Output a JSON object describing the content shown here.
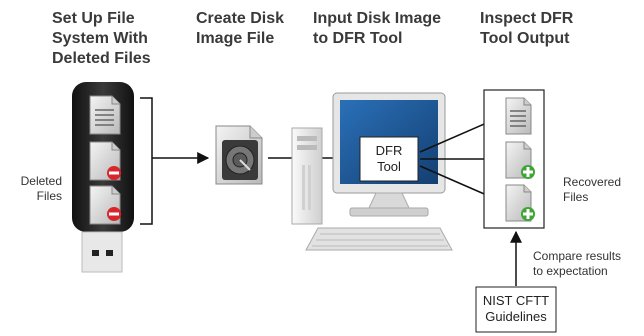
{
  "steps": [
    {
      "heading": "Set Up File\nSystem With\nDeleted Files"
    },
    {
      "heading": "Create Disk\nImage File"
    },
    {
      "heading": "Input Disk Image\nto DFR Tool"
    },
    {
      "heading": "Inspect DFR\nTool Output"
    }
  ],
  "labels": {
    "deleted_files": "Deleted\nFiles",
    "tool_box": "DFR\nTool",
    "recovered_files": "Recovered\nFiles",
    "compare": "Compare results\nto expectation",
    "guidelines": "NIST CFTT\nGuidelines"
  },
  "colors": {
    "deleted_badge": "#d9262c",
    "recovered_badge": "#3fa535",
    "screen": "#1f5fa3",
    "usb_body": "#222222"
  },
  "icons": [
    "usb-drive-icon",
    "document-icon",
    "disk-image-icon",
    "computer-icon"
  ]
}
